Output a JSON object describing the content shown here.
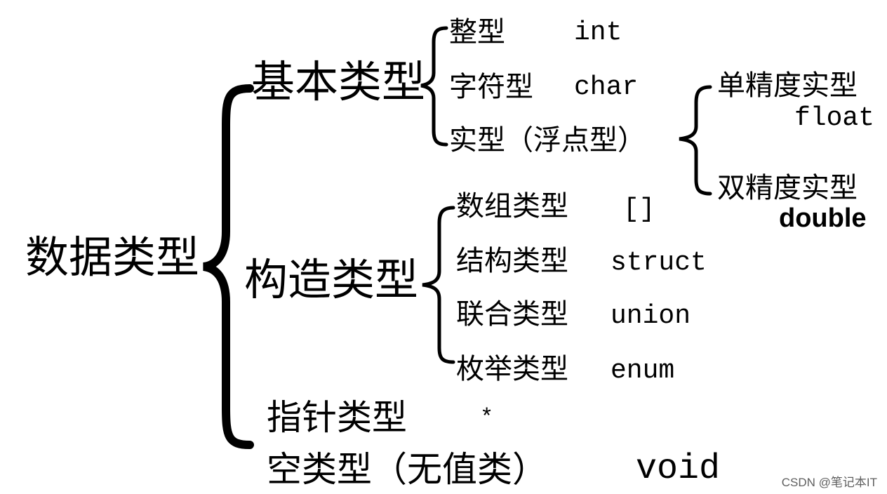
{
  "root": "数据类型",
  "basic": {
    "label": "基本类型",
    "items": [
      {
        "name": "整型",
        "keyword": "int"
      },
      {
        "name": "字符型",
        "keyword": "char"
      },
      {
        "name": "实型（浮点型）"
      }
    ],
    "float_types": [
      {
        "name": "单精度实型",
        "keyword": "float"
      },
      {
        "name": "双精度实型",
        "keyword": "double"
      }
    ]
  },
  "constructed": {
    "label": "构造类型",
    "items": [
      {
        "name": "数组类型",
        "keyword": "[]"
      },
      {
        "name": "结构类型",
        "keyword": "struct"
      },
      {
        "name": "联合类型",
        "keyword": "union"
      },
      {
        "name": "枚举类型",
        "keyword": "enum"
      }
    ]
  },
  "pointer": {
    "label": "指针类型",
    "keyword": "*"
  },
  "void_type": {
    "label": "空类型（无值类）",
    "keyword": "void"
  },
  "watermark": "CSDN @笔记本IT"
}
